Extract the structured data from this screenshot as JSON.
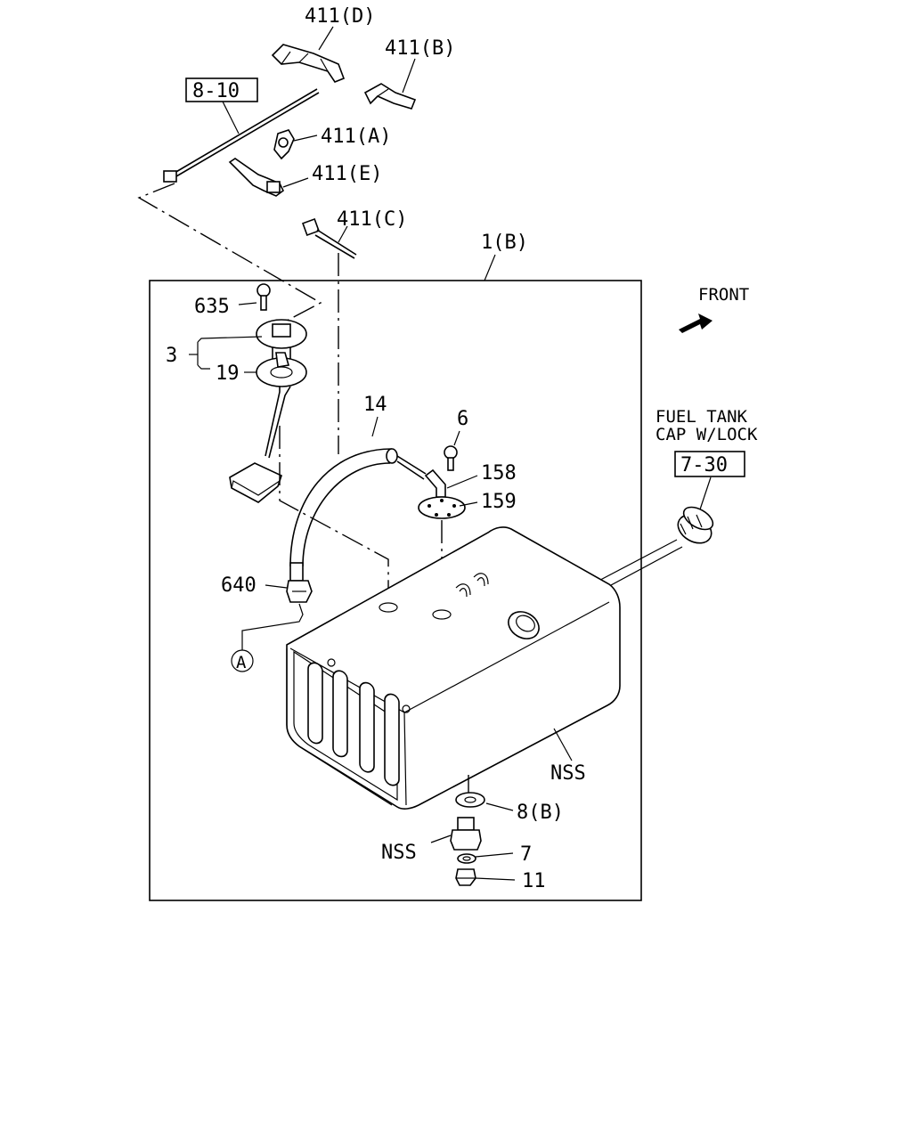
{
  "labels": {
    "p411d": "411(D)",
    "p411b": "411(B)",
    "ref_8_10": "8-10",
    "p411a": "411(A)",
    "p411e": "411(E)",
    "p411c": "411(C)",
    "p1b": "1(B)",
    "front": "FRONT",
    "p635": "635",
    "p3": "3",
    "p19": "19",
    "p14": "14",
    "p6": "6",
    "p158": "158",
    "p159": "159",
    "cap_line1": "FUEL TANK",
    "cap_line2": "CAP W/LOCK",
    "ref_7_30": "7-30",
    "p640": "640",
    "circle_a": "A",
    "nss_tank": "NSS",
    "p8b": "8(B)",
    "nss_plug": "NSS",
    "p7": "7",
    "p11": "11"
  },
  "colors": {
    "line": "#000000",
    "background": "#ffffff"
  }
}
